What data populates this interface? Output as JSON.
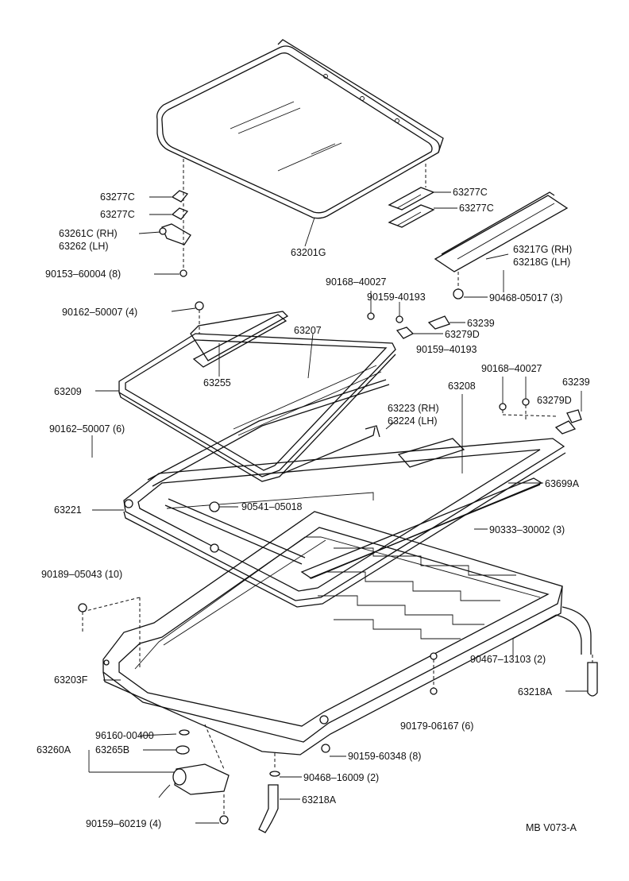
{
  "diagram": {
    "code": "MB  V073-A",
    "parts": [
      {
        "id": "p01",
        "label": "63277C"
      },
      {
        "id": "p02",
        "label": "63277C"
      },
      {
        "id": "p03",
        "label": "63261C (RH)"
      },
      {
        "id": "p04",
        "label": "63262   (LH)"
      },
      {
        "id": "p05",
        "label": "90153–60004 (8)"
      },
      {
        "id": "p06",
        "label": "63201G"
      },
      {
        "id": "p07",
        "label": "63277C"
      },
      {
        "id": "p08",
        "label": "63277C"
      },
      {
        "id": "p09",
        "label": "63217G (RH)"
      },
      {
        "id": "p10",
        "label": "63218G (LH)"
      },
      {
        "id": "p11",
        "label": "90468-05017 (3)"
      },
      {
        "id": "p12",
        "label": "90168–40027"
      },
      {
        "id": "p13",
        "label": "90159-40193"
      },
      {
        "id": "p14",
        "label": "63239"
      },
      {
        "id": "p15",
        "label": "63279D"
      },
      {
        "id": "p16",
        "label": "90162–50007 (4)"
      },
      {
        "id": "p17",
        "label": "63207"
      },
      {
        "id": "p18",
        "label": "63209"
      },
      {
        "id": "p19",
        "label": "63255"
      },
      {
        "id": "p20",
        "label": "90159–40193"
      },
      {
        "id": "p21",
        "label": "90168–40027"
      },
      {
        "id": "p22",
        "label": "63239"
      },
      {
        "id": "p23",
        "label": "63279D"
      },
      {
        "id": "p24",
        "label": "63208"
      },
      {
        "id": "p25",
        "label": "63223 (RH)"
      },
      {
        "id": "p26",
        "label": "63224 (LH)"
      },
      {
        "id": "p27",
        "label": "90162–50007 (6)"
      },
      {
        "id": "p28",
        "label": "63699A"
      },
      {
        "id": "p29",
        "label": "63221"
      },
      {
        "id": "p30",
        "label": "90541–05018"
      },
      {
        "id": "p31",
        "label": "90333–30002 (3)"
      },
      {
        "id": "p32",
        "label": "90189–05043 (10)"
      },
      {
        "id": "p33",
        "label": "90467–13103 (2)"
      },
      {
        "id": "p34",
        "label": "63203F"
      },
      {
        "id": "p35",
        "label": "63218A"
      },
      {
        "id": "p36",
        "label": "90179-06167 (6)"
      },
      {
        "id": "p37",
        "label": "96160-00400"
      },
      {
        "id": "p38",
        "label": "63260A"
      },
      {
        "id": "p39",
        "label": "63265B"
      },
      {
        "id": "p40",
        "label": "90159-60348 (8)"
      },
      {
        "id": "p41",
        "label": "90468–16009 (2)"
      },
      {
        "id": "p42",
        "label": "63218A"
      },
      {
        "id": "p43",
        "label": "90159–60219 (4)"
      }
    ]
  }
}
